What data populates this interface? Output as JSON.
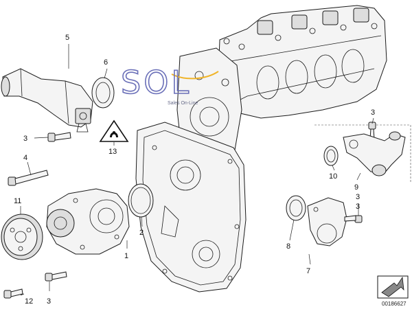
{
  "logo": {
    "brand_text": "SOL",
    "tagline": "Sales On-Line",
    "color": "#6a6fb8",
    "accent_color": "#f0b429"
  },
  "doc_number": "00186627",
  "labels": [
    {
      "id": "5a",
      "text": "5"
    },
    {
      "id": "6a",
      "text": "6"
    },
    {
      "id": "3a",
      "text": "3"
    },
    {
      "id": "13a",
      "text": "13"
    },
    {
      "id": "4a",
      "text": "4"
    },
    {
      "id": "11a",
      "text": "11"
    },
    {
      "id": "2a",
      "text": "2"
    },
    {
      "id": "1a",
      "text": "1"
    },
    {
      "id": "12a",
      "text": "12"
    },
    {
      "id": "3b",
      "text": "3"
    },
    {
      "id": "3c",
      "text": "3"
    },
    {
      "id": "3d",
      "text": "3"
    },
    {
      "id": "3e",
      "text": "3"
    },
    {
      "id": "10a",
      "text": "10"
    },
    {
      "id": "9a",
      "text": "9"
    },
    {
      "id": "8a",
      "text": "8"
    },
    {
      "id": "7a",
      "text": "7"
    }
  ],
  "icons": {
    "warning": "warning-triangle-icon",
    "corner": "page-corner-arrow-icon"
  }
}
